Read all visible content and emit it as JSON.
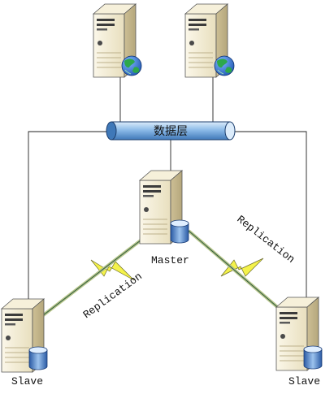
{
  "diagram": {
    "bus_label": "数据层",
    "master_label": "Master",
    "slave_left_label": "Slave",
    "slave_right_label": "Slave",
    "replication_left_label": "Replication",
    "replication_right_label": "Replication"
  },
  "colors": {
    "server_light": "#f3ecd3",
    "server_dark": "#c9bd97",
    "lightning": "#f4f24a",
    "globe_blue": "#1e63c8",
    "globe_green": "#2da84a",
    "db_blue": "#2f5fa8",
    "bus_blue": "#7fb3e6"
  },
  "icons": {
    "server": "server-icon",
    "globe": "globe-icon",
    "database": "database-icon",
    "bus": "pipe-bus-icon",
    "lightning": "lightning-icon"
  }
}
